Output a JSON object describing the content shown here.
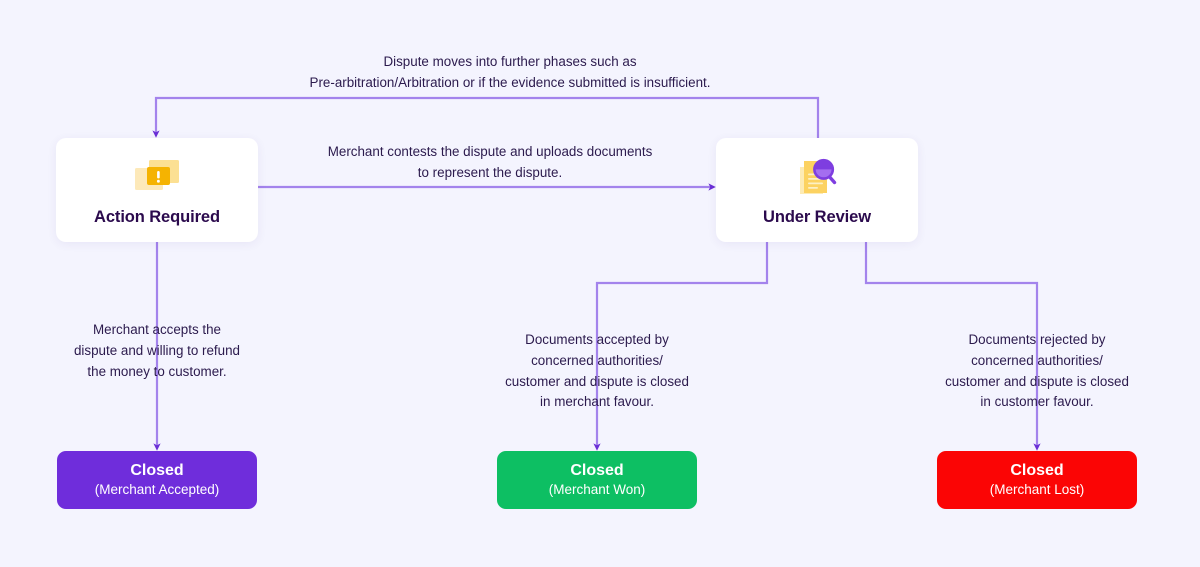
{
  "canvas": {
    "background_color": "#f4f4fe",
    "edge_color": "#a383ec",
    "arrow_color": "#6b2fd6",
    "text_color": "#2b1a4d"
  },
  "nodes": [
    {
      "id": "action-required",
      "title": "Action Required",
      "icon": "warning-exclamation-icon",
      "icon_color": "#f5b301"
    },
    {
      "id": "under-review",
      "title": "Under Review",
      "icon": "document-magnifier-icon",
      "icon_color": "#fcd97c"
    }
  ],
  "outcomes": [
    {
      "id": "merchant-accepted",
      "title": "Closed",
      "subtitle": "(Merchant Accepted)",
      "color": "#6f2ddb"
    },
    {
      "id": "merchant-won",
      "title": "Closed",
      "subtitle": "(Merchant Won)",
      "color": "#0dbf63"
    },
    {
      "id": "merchant-lost",
      "title": "Closed",
      "subtitle": "(Merchant Lost)",
      "color": "#fb0505"
    }
  ],
  "edge_labels": {
    "further_phases": "Dispute moves into further phases such as\nPre-arbitration/Arbitration or if the evidence submitted is insufficient.",
    "merchant_contests": "Merchant contests the dispute and uploads documents\nto represent the dispute.",
    "merchant_accepts": "Merchant accepts the\ndispute and willing to refund\nthe money to customer.",
    "documents_accepted": "Documents accepted by\nconcerned authorities/\ncustomer and dispute is closed\nin merchant favour.",
    "documents_rejected": "Documents rejected by\nconcerned authorities/\ncustomer and dispute is closed\nin customer favour."
  }
}
